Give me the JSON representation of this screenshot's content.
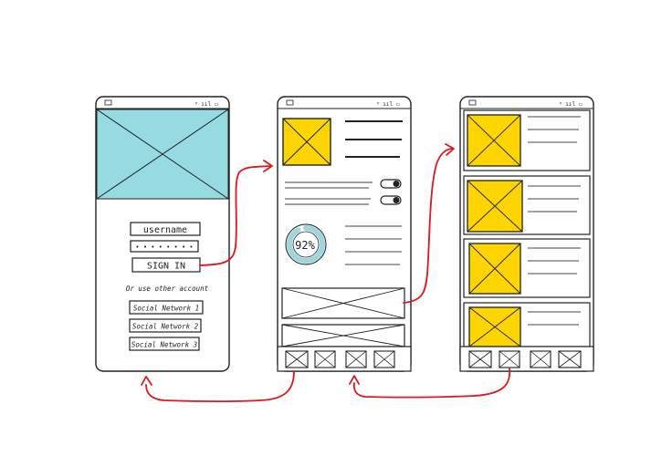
{
  "phones": {
    "login": {
      "username_label": "username",
      "password_mask": "• • • • • • • •",
      "signin_label": "SIGN IN",
      "alt_text": "Or use other account",
      "social": [
        "Social Network 1",
        "Social Network 2",
        "Social Network 3"
      ]
    },
    "dashboard": {
      "progress_label": "92%",
      "progress_value": 0.92,
      "toggles": [
        true,
        true
      ]
    }
  },
  "colors": {
    "image_placeholder": "#97dbe2",
    "thumb": "#ffd500",
    "flow_arrow": "#e0161c",
    "ink": "#222222",
    "gauge": "#9fd6dd"
  },
  "icons": [
    "mail-icon",
    "wifi-icon",
    "signal-icon",
    "battery-icon"
  ]
}
